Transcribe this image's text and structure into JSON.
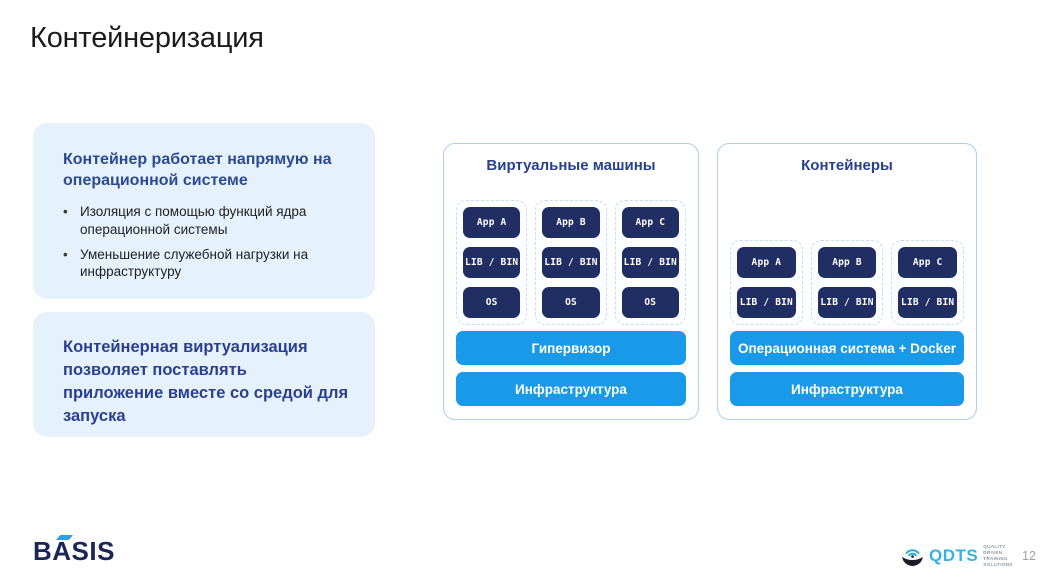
{
  "slide": {
    "title": "Контейнеризация",
    "page_number": "12"
  },
  "info_boxes": [
    {
      "heading": "Контейнер работает напрямую на операционной системе",
      "bullets": [
        "Изоляция с помощью функций ядра операционной системы",
        "Уменьшение служебной нагрузки на инфраструктуру"
      ]
    },
    {
      "text": "Контейнерная виртуализация позволяет поставлять приложение вместе со средой для запуска"
    }
  ],
  "diagrams": [
    {
      "title": "Виртуальные машины",
      "stacks": [
        [
          "App A",
          "LIB / BIN",
          "OS"
        ],
        [
          "App B",
          "LIB / BIN",
          "OS"
        ],
        [
          "App C",
          "LIB / BIN",
          "OS"
        ]
      ],
      "layers": [
        "Гипервизор",
        "Инфраструктура"
      ]
    },
    {
      "title": "Контейнеры",
      "stacks": [
        [
          "App A",
          "LIB / BIN"
        ],
        [
          "App B",
          "LIB / BIN"
        ],
        [
          "App C",
          "LIB / BIN"
        ]
      ],
      "layers": [
        "Операционная система + Docker",
        "Инфраструктура"
      ]
    }
  ],
  "footer": {
    "basis_logo_text": "BASIS",
    "qdts_logo_text": "QDTS",
    "qdts_tagline": [
      "QUALITY",
      "DRIVEN",
      "TRAINING",
      "SOLUTIONS"
    ]
  },
  "colors": {
    "layer_blue": "#189ae9",
    "navy_box": "#202e63",
    "panel_border": "#abcfe9",
    "info_box_bg": "#e6f2fb",
    "heading_blue": "#2b4a96",
    "info_text_blue": "#2b3f92",
    "panel_title_blue": "#27418f",
    "basis_navy": "#1b2556",
    "basis_accent_blue": "#2e9fe8",
    "qdts_blue": "#35b2e5"
  }
}
